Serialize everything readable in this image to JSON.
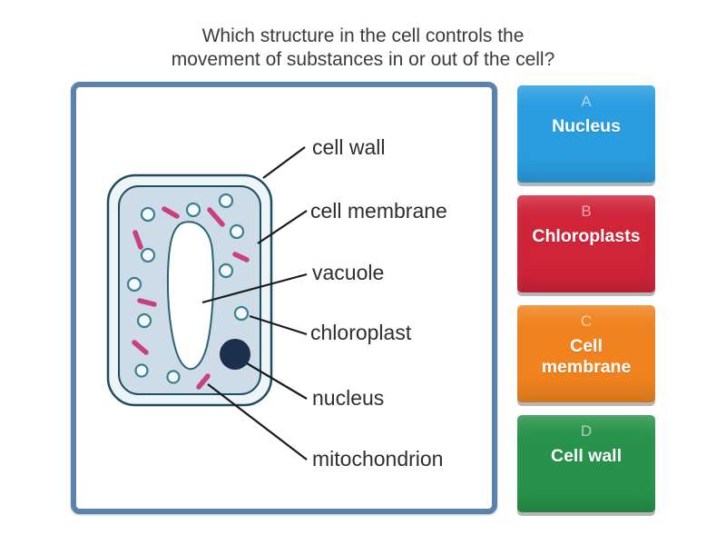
{
  "question": {
    "line1": "Which structure in the cell controls the",
    "line2": "movement of substances in or out of the cell?"
  },
  "diagram": {
    "description": "Plant cell diagram with labeled parts",
    "frame_color": "#5b82ab",
    "cell_fill": "#cddce7",
    "cell_wall_fill": "#eef5f9",
    "outline_color": "#1f4e5f",
    "nucleus_color": "#1c2f4d",
    "mitochondrion_color": "#c9407e",
    "labels": [
      {
        "text": "cell wall"
      },
      {
        "text": "cell membrane"
      },
      {
        "text": "vacuole"
      },
      {
        "text": "chloroplast"
      },
      {
        "text": "nucleus"
      },
      {
        "text": "mitochondrion"
      }
    ]
  },
  "answers": [
    {
      "letter": "A",
      "label": "Nucleus",
      "color": "#2a9de0"
    },
    {
      "letter": "B",
      "label": "Chloroplasts",
      "color": "#d02439"
    },
    {
      "letter": "C",
      "label": "Cell membrane",
      "color": "#f0831f"
    },
    {
      "letter": "D",
      "label": "Cell wall",
      "color": "#27934a"
    }
  ]
}
